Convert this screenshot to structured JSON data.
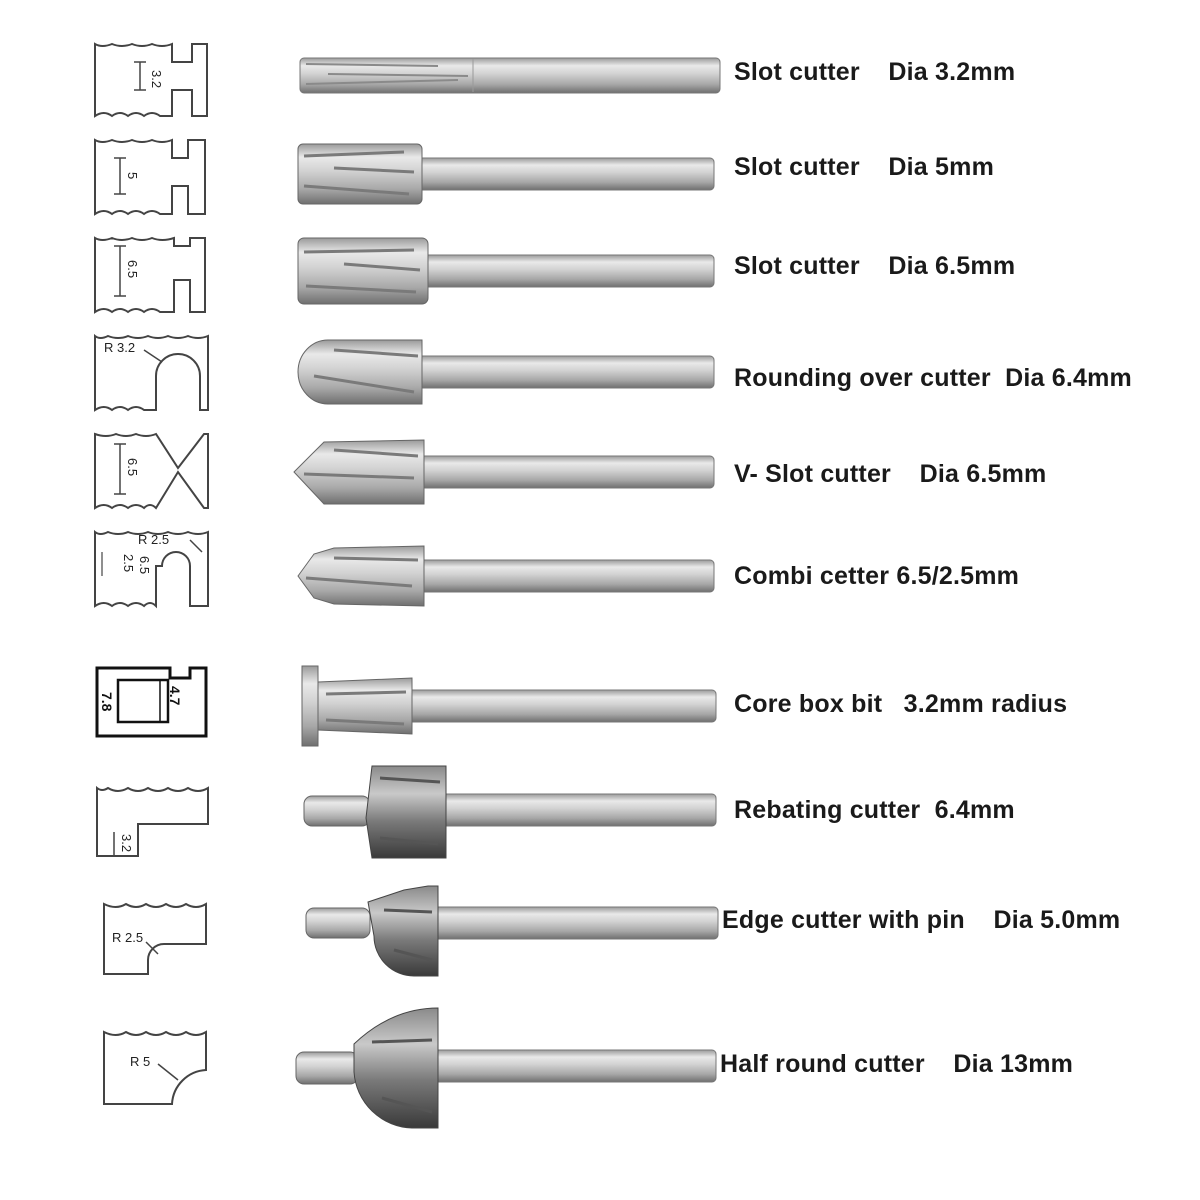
{
  "cutters": [
    {
      "label": "Slot cutter    Dia 3.2mm",
      "dimension": "3.2"
    },
    {
      "label": "Slot cutter    Dia 5mm",
      "dimension": "5"
    },
    {
      "label": "Slot cutter    Dia 6.5mm",
      "dimension": "6.5"
    },
    {
      "label": "Rounding over cutter  Dia 6.4mm",
      "dimension": "R 3.2"
    },
    {
      "label": "V- Slot cutter    Dia 6.5mm",
      "dimension": "6.5"
    },
    {
      "label": "Combi cetter 6.5/2.5mm",
      "dimension": "R 2.5",
      "dimension2": "6.5",
      "dimension3": "2.5"
    },
    {
      "label": "Core box bit   3.2mm radius",
      "dimension": "7.8",
      "dimension2": "4.7"
    },
    {
      "label": "Rebating cutter  6.4mm",
      "dimension": "3.2"
    },
    {
      "label": "Edge cutter with pin    Dia 5.0mm",
      "dimension": "R 2.5"
    },
    {
      "label": "Half round cutter    Dia 13mm",
      "dimension": "R 5"
    }
  ],
  "colors": {
    "text": "#1a1a1a",
    "steel_light": "#e6e6e6",
    "steel_mid": "#b4b4b4",
    "steel_dark": "#6e6e6e",
    "outline": "#444444"
  }
}
